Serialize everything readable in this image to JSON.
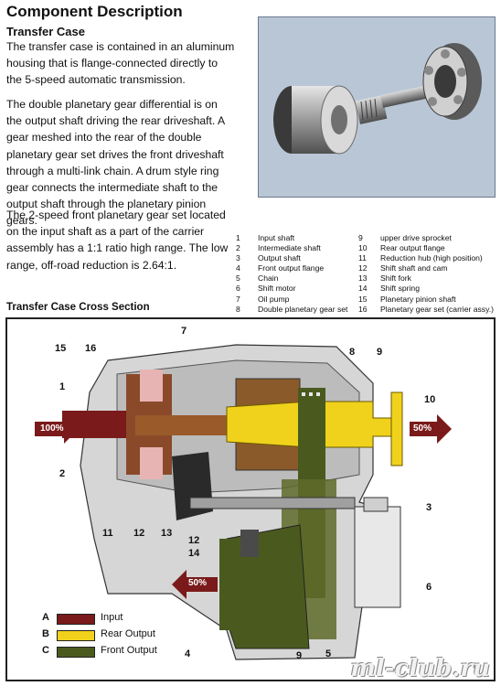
{
  "title": "Component Description",
  "subheading": "Transfer Case",
  "paragraphs": [
    "The transfer case is contained in an aluminum housing that is flange-connected directly to the 5-speed automatic transmission.",
    "The double planetary gear differential is on the output shaft driving the rear driveshaft. A gear meshed into the rear of the double planetary gear set drives the front driveshaft through a multi-link chain. A drum style ring gear connects the intermediate shaft to the output shaft through the planetary pinion gears.",
    "The 2-speed front planetary gear set located on the input shaft as a part of the carrier assembly has a 1:1 ratio high range. The low range, off-road reduction is 2.64:1."
  ],
  "legend_left": [
    {
      "num": "1",
      "label": "Input shaft"
    },
    {
      "num": "2",
      "label": "Intermediate shaft"
    },
    {
      "num": "3",
      "label": "Output shaft"
    },
    {
      "num": "4",
      "label": "Front output flange"
    },
    {
      "num": "5",
      "label": "Chain"
    },
    {
      "num": "6",
      "label": "Shift motor"
    },
    {
      "num": "7",
      "label": "Oil pump"
    },
    {
      "num": "8",
      "label": "Double planetary gear set"
    }
  ],
  "legend_right": [
    {
      "num": "9",
      "label": "upper drive sprocket"
    },
    {
      "num": "10",
      "label": "Rear output flange"
    },
    {
      "num": "11",
      "label": "Reduction hub (high position)"
    },
    {
      "num": "12",
      "label": "Shift shaft and cam"
    },
    {
      "num": "13",
      "label": "Shift fork"
    },
    {
      "num": "14",
      "label": "Shift spring"
    },
    {
      "num": "15",
      "label": "Planetary pinion shaft"
    },
    {
      "num": "16",
      "label": "Planetary gear set (carrier assy.)"
    }
  ],
  "section_title": "Transfer Case Cross Section",
  "arrows": {
    "input": "100%",
    "rear": "50%",
    "front": "50%"
  },
  "callouts": [
    "1",
    "2",
    "3",
    "4",
    "5",
    "6",
    "7",
    "8",
    "9",
    "9",
    "10",
    "11",
    "12",
    "12",
    "13",
    "14",
    "15",
    "16"
  ],
  "key": [
    {
      "letter": "A",
      "label": "Input",
      "color": "#7a1a1a"
    },
    {
      "letter": "B",
      "label": "Rear Output",
      "color": "#f0d21c"
    },
    {
      "letter": "C",
      "label": "Front Output",
      "color": "#4a5a1e"
    }
  ],
  "watermark": "ml-club.ru",
  "colors": {
    "input": "#7a1a1a",
    "rear": "#f0d21c",
    "front": "#4a5a1e",
    "housing": "#9a9a9a",
    "photo_bg": "#b9c6d6"
  }
}
